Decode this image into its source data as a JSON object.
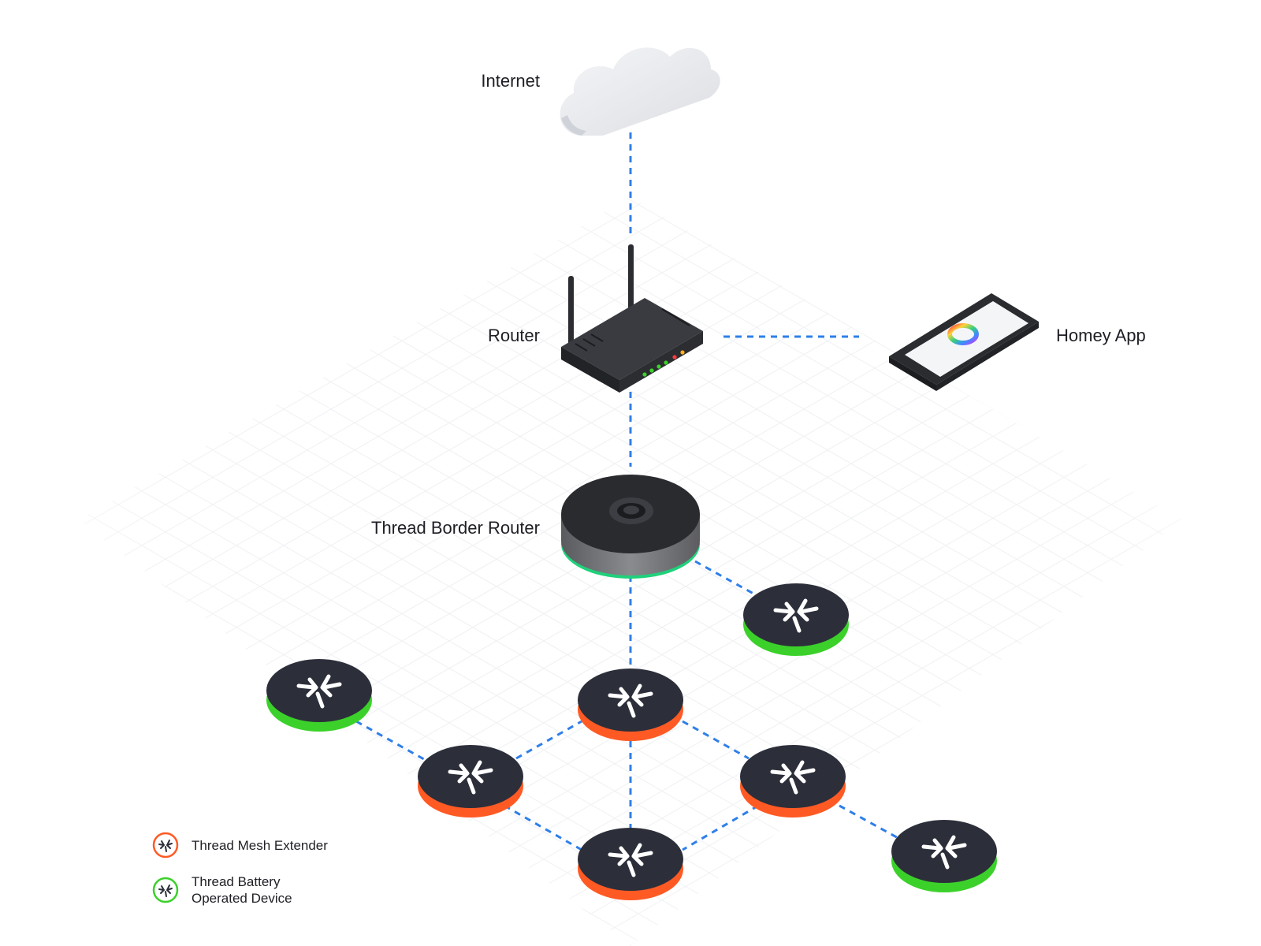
{
  "labels": {
    "internet": "Internet",
    "router": "Router",
    "homey_app": "Homey App",
    "border_router": "Thread Border Router"
  },
  "legend": {
    "extender": "Thread Mesh Extender",
    "battery_line1": "Thread Battery",
    "battery_line2": "Operated Device"
  },
  "colors": {
    "link": "#2f7fe8",
    "extender": "#ff5a24",
    "battery": "#3bd12a",
    "device_top": "#2c2f3a",
    "grid": "#eef0f3"
  },
  "icons": {
    "cloud": "cloud-icon",
    "router": "wifi-router-icon",
    "phone": "smartphone-icon",
    "border_router": "hub-icon",
    "node": "thread-logo-icon"
  }
}
